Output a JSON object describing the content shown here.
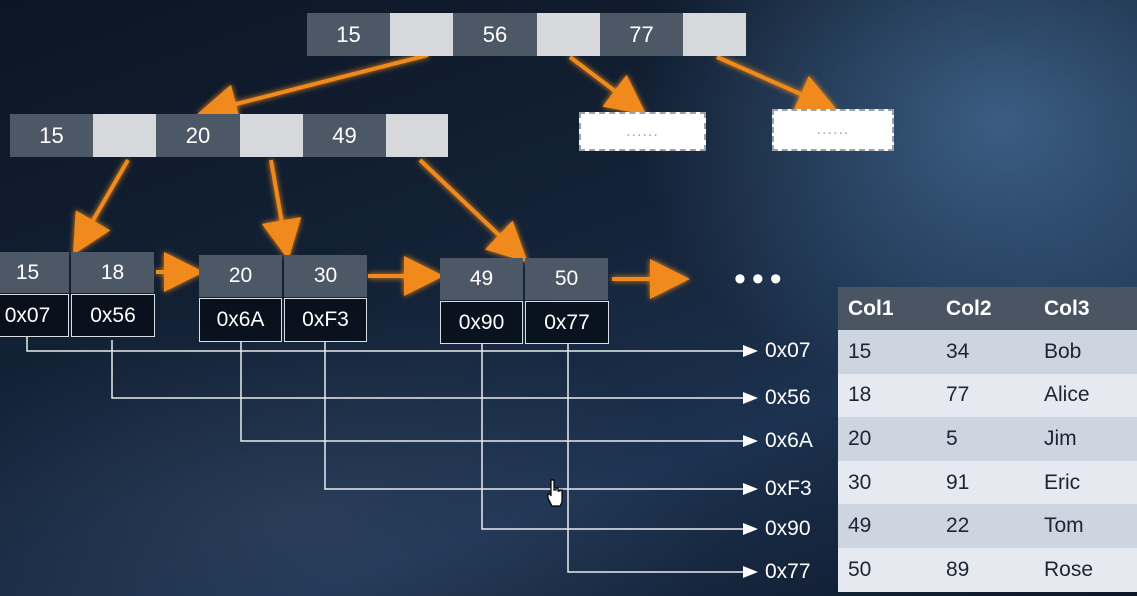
{
  "root_node": {
    "keys": [
      "15",
      "56",
      "77"
    ]
  },
  "internal_node": {
    "keys": [
      "15",
      "20",
      "49"
    ]
  },
  "placeholder_nodes": [
    {
      "label": "......"
    },
    {
      "label": "......"
    }
  ],
  "leaf_nodes": [
    {
      "keys": [
        "15",
        "18"
      ],
      "addresses": [
        "0x07",
        "0x56"
      ]
    },
    {
      "keys": [
        "20",
        "30"
      ],
      "addresses": [
        "0x6A",
        "0xF3"
      ]
    },
    {
      "keys": [
        "49",
        "50"
      ],
      "addresses": [
        "0x90",
        "0x77"
      ]
    }
  ],
  "continuation": "•••",
  "row_addresses": [
    "0x07",
    "0x56",
    "0x6A",
    "0xF3",
    "0x90",
    "0x77"
  ],
  "table": {
    "headers": [
      "Col1",
      "Col2",
      "Col3"
    ],
    "rows": [
      [
        "15",
        "34",
        "Bob"
      ],
      [
        "18",
        "77",
        "Alice"
      ],
      [
        "20",
        "5",
        "Jim"
      ],
      [
        "30",
        "91",
        "Eric"
      ],
      [
        "49",
        "22",
        "Tom"
      ],
      [
        "50",
        "89",
        "Rose"
      ]
    ]
  },
  "colors": {
    "arrow": "#f08a1c",
    "key_cell": "#4d5866",
    "pointer_cell": "#d6d8db",
    "connector": "#e8ebee"
  }
}
